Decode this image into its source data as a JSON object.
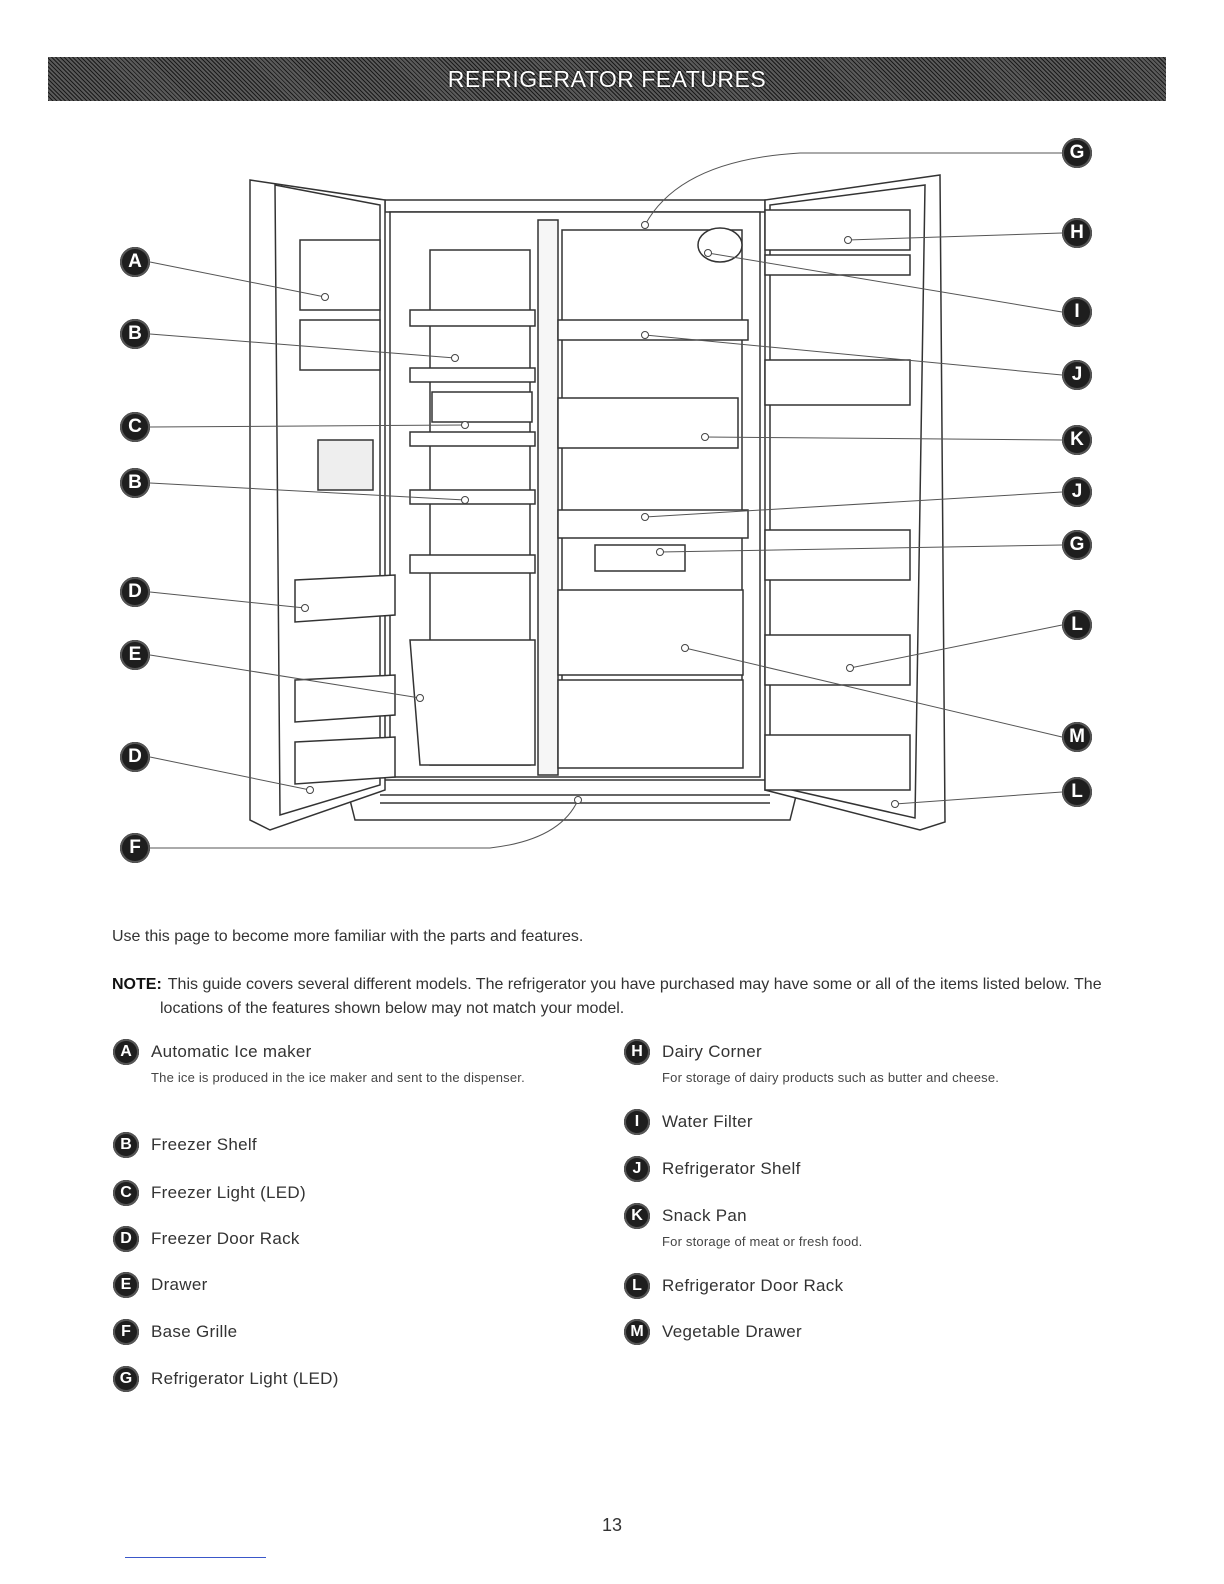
{
  "header": {
    "title": "REFRIGERATOR FEATURES"
  },
  "diagram_labels": [
    "A",
    "B",
    "C",
    "B",
    "D",
    "E",
    "D",
    "F",
    "G",
    "H",
    "I",
    "J",
    "K",
    "J",
    "G",
    "L",
    "M",
    "L"
  ],
  "intro": "Use this page to become more familiar with the parts and features.",
  "note": {
    "label": "NOTE:",
    "text": "This guide covers several different models. The refrigerator you have purchased may have some or all of the items listed below. The locations of the features shown below may not match your model."
  },
  "features_left": [
    {
      "letter": "A",
      "name": "Automatic Ice maker",
      "desc": "The ice is produced in the ice maker and sent to the dispenser."
    },
    {
      "letter": "B",
      "name": "Freezer Shelf",
      "desc": ""
    },
    {
      "letter": "C",
      "name": "Freezer Light (LED)",
      "desc": ""
    },
    {
      "letter": "D",
      "name": "Freezer Door Rack",
      "desc": ""
    },
    {
      "letter": "E",
      "name": "Drawer",
      "desc": ""
    },
    {
      "letter": "F",
      "name": "Base Grille",
      "desc": ""
    },
    {
      "letter": "G",
      "name": "Refrigerator Light (LED)",
      "desc": ""
    }
  ],
  "features_right": [
    {
      "letter": "H",
      "name": "Dairy Corner",
      "desc": "For storage of dairy products such as butter and cheese."
    },
    {
      "letter": "I",
      "name": "Water Filter",
      "desc": ""
    },
    {
      "letter": "J",
      "name": "Refrigerator Shelf",
      "desc": ""
    },
    {
      "letter": "K",
      "name": "Snack Pan",
      "desc": "For storage of meat or fresh food."
    },
    {
      "letter": "L",
      "name": "Refrigerator Door Rack",
      "desc": ""
    },
    {
      "letter": "M",
      "name": "Vegetable Drawer",
      "desc": ""
    }
  ],
  "page_number": "13"
}
